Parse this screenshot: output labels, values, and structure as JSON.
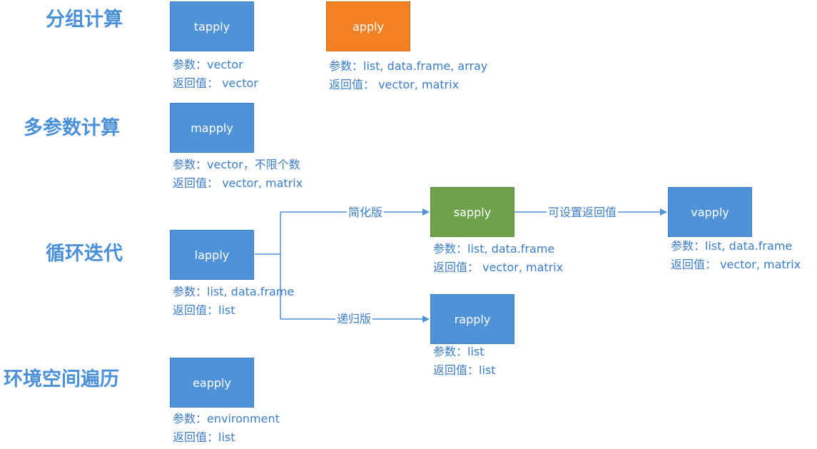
{
  "categories": {
    "group": "分组计算",
    "multi": "多参数计算",
    "loop": "循环迭代",
    "env": "环境空间遍历"
  },
  "functions": {
    "tapply": {
      "name": "tapply",
      "param": "参数：vector",
      "ret": "返回值： vector"
    },
    "apply": {
      "name": "apply",
      "param": "参数：list, data.frame, array",
      "ret": "返回值： vector, matrix"
    },
    "mapply": {
      "name": "mapply",
      "param": "参数：vector，不限个数",
      "ret": "返回值： vector, matrix"
    },
    "lapply": {
      "name": "lapply",
      "param": "参数：list, data.frame",
      "ret": "返回值：list"
    },
    "sapply": {
      "name": "sapply",
      "param": "参数：list, data.frame",
      "ret": "返回值： vector, matrix"
    },
    "vapply": {
      "name": "vapply",
      "param": "参数：list, data.frame",
      "ret": "返回值： vector, matrix"
    },
    "rapply": {
      "name": "rapply",
      "param": "参数：list",
      "ret": "返回值：list"
    },
    "eapply": {
      "name": "eapply",
      "param": "参数：environment",
      "ret": "返回值：list"
    }
  },
  "edges": {
    "simplified": "简化版",
    "recursive": "递归版",
    "settable_return": "可设置返回值"
  },
  "colors": {
    "category_text": "#4a90d9",
    "box_blue": "#4f92d8",
    "box_orange": "#f48024",
    "box_green": "#6ea24a",
    "connector": "#4f92d8"
  }
}
